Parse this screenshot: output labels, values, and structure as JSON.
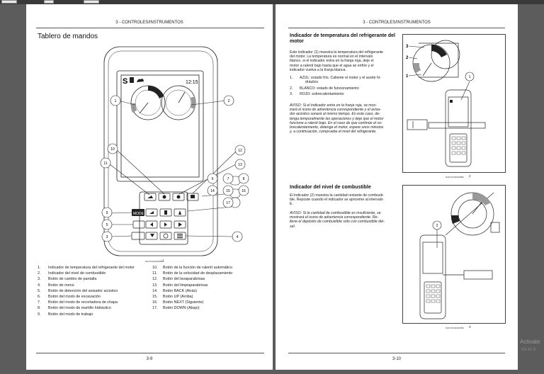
{
  "left": {
    "header": "3 - CONTROLES/INSTRUMENTOS",
    "title": "Tablero de mandos",
    "screen": {
      "mode_letter": "S",
      "time": "12:15"
    },
    "fig_code": "NAFV12CE3018BA",
    "fig_number": "1",
    "mode_button": "MODE",
    "legend": [
      {
        "n": "1.",
        "t": "Indicador de temperatura del refrigerante del motor"
      },
      {
        "n": "2.",
        "t": "Indicador del nivel de combustible"
      },
      {
        "n": "3.",
        "t": "Botón de cambio de pantalla"
      },
      {
        "n": "4.",
        "t": "Botón de menú"
      },
      {
        "n": "5.",
        "t": "Botón de detención del avisador acústico"
      },
      {
        "n": "6.",
        "t": "Botón del modo de excavación"
      },
      {
        "n": "7.",
        "t": "Botón del modo de recortadora de chapa"
      },
      {
        "n": "8.",
        "t": "Botón del modo de martillo hidráulico"
      },
      {
        "n": "9.",
        "t": "Botón del modo de trabajo"
      },
      {
        "n": "10.",
        "t": "Botón de la función de ralentí automático"
      },
      {
        "n": "11.",
        "t": "Botón de la velocidad de desplazamiento"
      },
      {
        "n": "12.",
        "t": "Botón del lavaparabrisas"
      },
      {
        "n": "13.",
        "t": "Botón del limpiaparabrisas"
      },
      {
        "n": "14.",
        "t": "Botón BACK (Atrás)"
      },
      {
        "n": "15.",
        "t": "Botón UP (Arriba)"
      },
      {
        "n": "16.",
        "t": "Botón NEXT (Siguiente)"
      },
      {
        "n": "17.",
        "t": "Botón DOWN (Abajo)"
      }
    ],
    "footer": "3-9"
  },
  "right": {
    "header": "3 - CONTROLES/INSTRUMENTOS",
    "section1": {
      "title_line1": "Indicador de temperatura del refrigerante del",
      "title_line2": "motor",
      "para_lines": [
        "Este indicador (1) muestra la temperatura del refrigerante",
        "del motor. La temperatura es normal en el intervalo",
        "blanco. si el indicador entra en la franja roja, deje el",
        "motor a ralentí bajo hasta que el agua se enfríe y el",
        "indicador vuelva a la franja blanca."
      ],
      "items": [
        {
          "n": "1.",
          "l1": "AZUL: estado frío. Caliente el motor y el aceite hi-",
          "l2": "dráulico"
        },
        {
          "n": "2.",
          "l1": "BLANCO: estado de funcionamiento",
          "l2": ""
        },
        {
          "n": "3.",
          "l1": "ROJO: sobrecalentamiento",
          "l2": ""
        }
      ],
      "aviso_lines": [
        "AVISO: Si el indicador entra en la franja roja, se mos-",
        "trará el icono de advertencia correspondiente y el avisa-",
        "dor acústico sonará al mismo tiempo. En este caso, de-",
        "tenga temporalmente las operaciones y deje que el motor",
        "funcione a ralentí bajo. En el caso de que continúe el so-",
        "brecalentamiento, detenga el motor, espere unos minutos",
        "y, a continuación, compruebe el nivel del refrigerante."
      ],
      "fig_code": "NAFV12CE3018BA",
      "fig_number": "2"
    },
    "section2": {
      "title": "Indicador del nivel de combustible",
      "para_lines": [
        "El indicador (2) muestra la cantidad restante de combusti-",
        "ble. Reposte cuando el indicador se aproxime al intervalo",
        "E."
      ],
      "aviso_lines": [
        "AVISO: Si la cantidad de combustible es insuficiente, se",
        "mostrará el icono de advertencia correspondiente. Re-",
        "llene el depósito de combustible sólo con combustible dié-",
        "sel."
      ],
      "fig_code": "NAFV12CE3019BA",
      "fig_number": "3"
    },
    "footer": "3-10"
  },
  "watermark": {
    "line1": "Activate",
    "line2": "Go to S"
  }
}
